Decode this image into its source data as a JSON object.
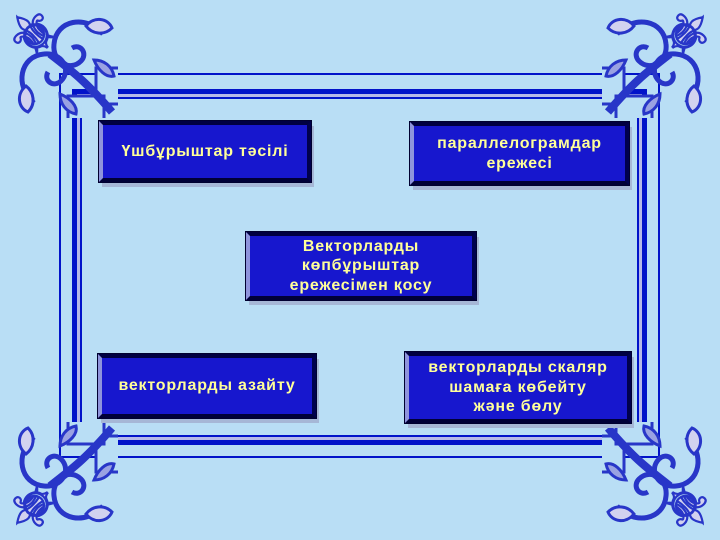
{
  "slide": {
    "kind": "presentation-slide",
    "background_color": "#b9def5",
    "frame_line_color": "#0113c9",
    "frame_accent_color": "#b6b9e8",
    "ornament_outline_color": "#2836c8",
    "ornament_fill_light": "#d2d2ef",
    "ornament_fill_mid": "#9aa2e2",
    "button_face_color": "#1717ce",
    "button_text_color": "#ffff99",
    "corner_ornament": "fleur-de-lis-scroll"
  },
  "buttons": [
    {
      "name": "triangle-method-button",
      "label": "Үшбұрыштар тәсілі"
    },
    {
      "name": "parallelogram-rule-button",
      "label": "параллелограмдар\nережесі"
    },
    {
      "name": "polygon-rule-button",
      "label": "Векторларды\nкөпбұрыштар\nережесімен қосу"
    },
    {
      "name": "vector-subtraction-button",
      "label": "векторларды азайту"
    },
    {
      "name": "scalar-multiply-divide-button",
      "label": "векторларды скаляр\nшамаға көбейту\nжәне бөлу"
    }
  ]
}
